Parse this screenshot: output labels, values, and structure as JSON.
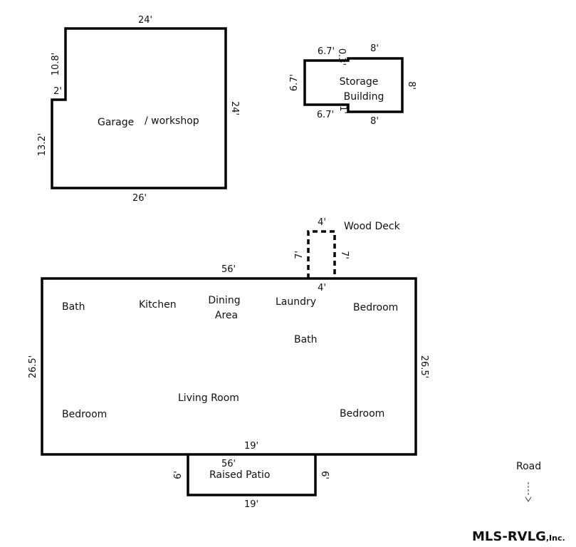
{
  "garage": {
    "label": "Garage",
    "label_suffix": "/ workshop",
    "dims": {
      "top": "24'",
      "right": "24'",
      "bottom": "26'",
      "left_upper": "10.8'",
      "notch": "2'",
      "left_lower": "13.2'"
    }
  },
  "storage": {
    "label_line1": "Storage",
    "label_line2": "Building",
    "dims": {
      "top_left": "6.7'",
      "step_top": "0.3'",
      "top_right": "8'",
      "right": "8'",
      "left": "6.7'",
      "bottom_left": "6.7'",
      "step_bottom": "1'",
      "bottom_right": "8'"
    }
  },
  "deck": {
    "label": "Wood Deck",
    "dims": {
      "top": "4'",
      "left": "7'",
      "right": "7'",
      "bottom": "4'"
    }
  },
  "house": {
    "dims": {
      "top": "56'",
      "left": "26.5'",
      "right": "26.5'",
      "bottom": "19'"
    },
    "rooms": {
      "bath_left": "Bath",
      "kitchen": "Kitchen",
      "dining_line1": "Dining",
      "dining_line2": "Area",
      "laundry": "Laundry",
      "bedroom_ne": "Bedroom",
      "bath_center": "Bath",
      "living_room": "Living Room",
      "bedroom_sw": "Bedroom",
      "bedroom_se": "Bedroom"
    }
  },
  "patio": {
    "label": "Raised Patio",
    "dims": {
      "top": "56'",
      "left": "6'",
      "right": "6'",
      "bottom": "19'"
    }
  },
  "road": {
    "label": "Road",
    "arrow": "arrow-down-icon"
  },
  "watermark": {
    "main": "MLS-RVLG",
    "suffix": ",Inc."
  }
}
